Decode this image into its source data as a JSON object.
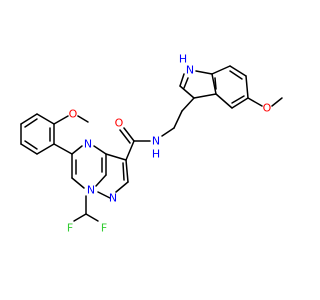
{
  "colors": {
    "background": "#ffffff",
    "bond": "#000000",
    "carbon": "#000000",
    "nitrogen": "#0000ff",
    "oxygen": "#ff0000",
    "fluorine": "#33cc33"
  },
  "atoms": {
    "o_ring": {
      "text": "O",
      "element": "oxygen"
    },
    "f1": {
      "text": "F",
      "element": "fluorine"
    },
    "f2": {
      "text": "F",
      "element": "fluorine"
    },
    "n_pyrimidine": {
      "text": "N",
      "element": "nitrogen"
    },
    "n_bridge": {
      "text": "N",
      "element": "nitrogen"
    },
    "n_pyrazole": {
      "text": "N",
      "element": "nitrogen"
    },
    "o_carbonyl": {
      "text": "O",
      "element": "oxygen"
    },
    "nh_amide": {
      "text": "N",
      "element": "nitrogen"
    },
    "h_amide": {
      "text": "H",
      "element": "nitrogen"
    },
    "nh_indole": {
      "text": "H",
      "element": "nitrogen"
    },
    "n_indole": {
      "text": "N",
      "element": "nitrogen"
    },
    "o_indole": {
      "text": "O",
      "element": "oxygen"
    }
  }
}
